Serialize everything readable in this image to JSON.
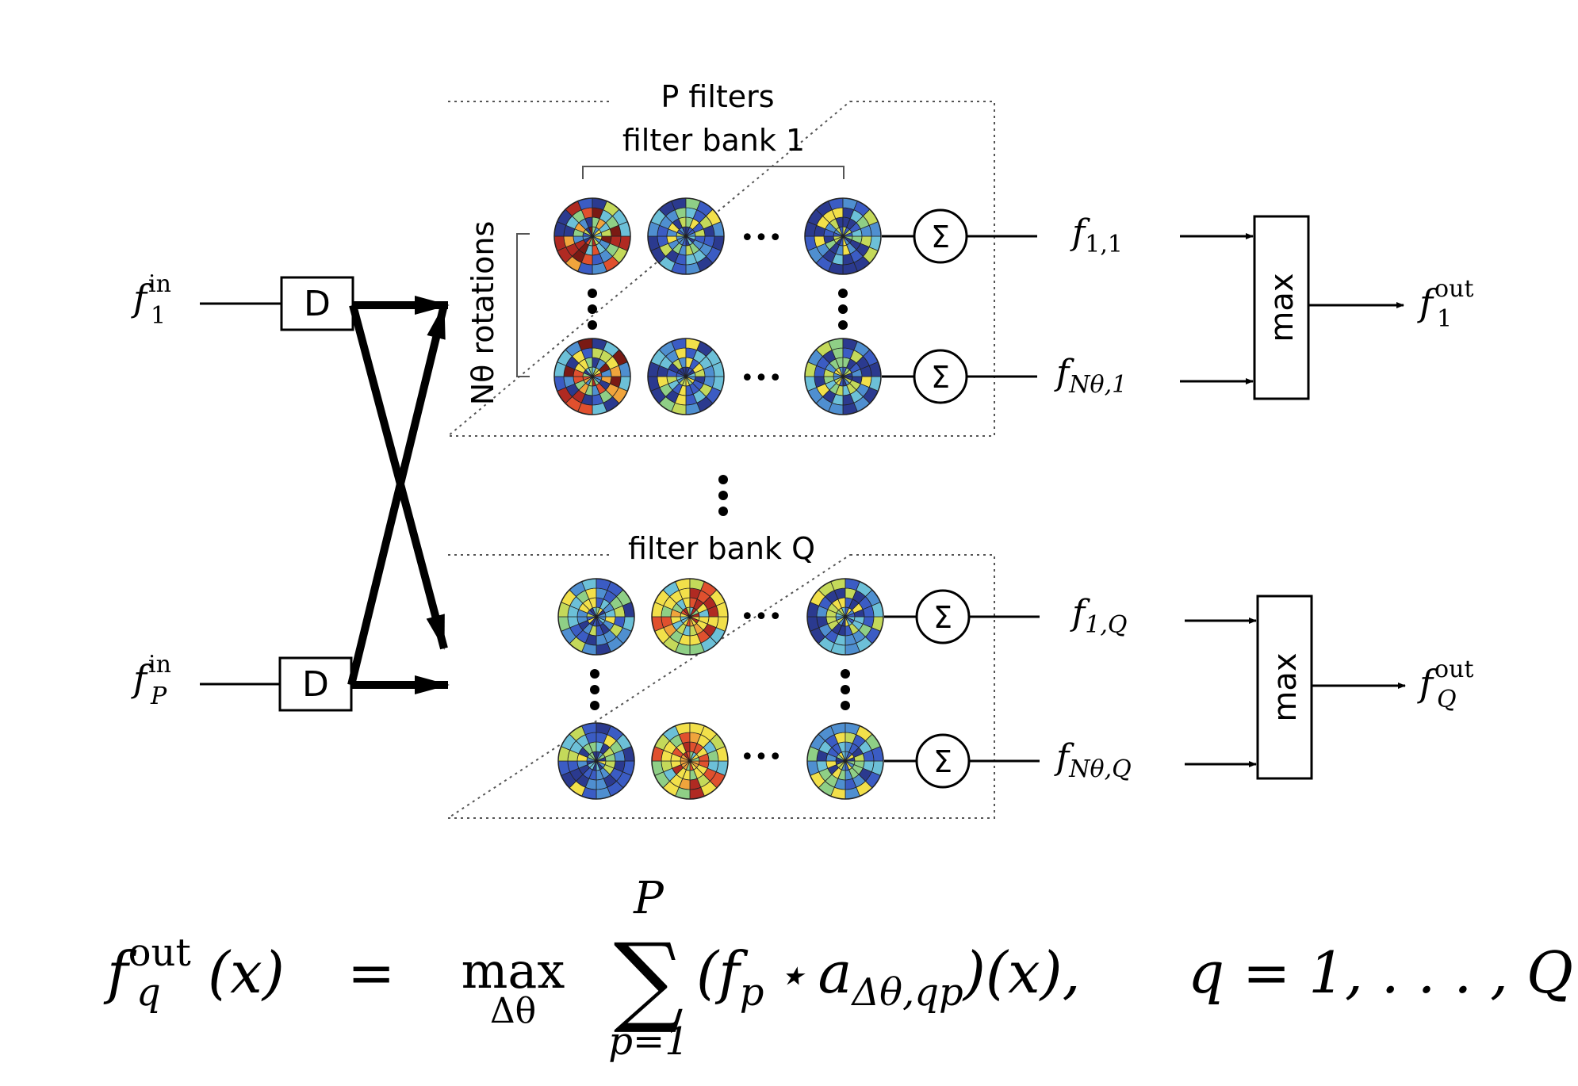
{
  "labels": {
    "p_filters": "P filters",
    "bank_top": "filter bank 1",
    "bank_bottom": "filter bank Q",
    "rotations": "Nθ rotations",
    "d_box": "D",
    "sum_symbol": "Σ",
    "max_label": "max",
    "ellipsis": "•••"
  },
  "inputs": {
    "top": {
      "base": "f",
      "sup": "in",
      "sub": "1"
    },
    "bottom": {
      "base": "f",
      "sup": "in",
      "sub": "P"
    }
  },
  "mid_outputs": {
    "b1_r1": {
      "base": "f",
      "sub": "1,1"
    },
    "b1_rN": {
      "base": "f",
      "sub": "Nθ,1"
    },
    "bQ_r1": {
      "base": "f",
      "sub": "1,Q"
    },
    "bQ_rN": {
      "base": "f",
      "sub": "Nθ,Q"
    }
  },
  "outputs": {
    "top": {
      "base": "f",
      "sup": "out",
      "sub": "1"
    },
    "bottom": {
      "base": "f",
      "sup": "out",
      "sub": "Q"
    }
  },
  "equation": {
    "lhs_base": "f",
    "lhs_sup": "out",
    "lhs_sub": "q",
    "lhs_arg": "(x)",
    "equals": "=",
    "max": "max",
    "max_sub": "Δθ",
    "sum_symbol": "∑",
    "sum_upper": "P",
    "sum_lower": "p=1",
    "term": "(f",
    "term_sub": "p",
    "star": "⋆",
    "a": "a",
    "a_sub": "Δθ,qp",
    "term_end": ")(x),",
    "range": "q = 1, . . . , Q"
  },
  "colors": {
    "line": "#000000",
    "dotted": "#666666",
    "palette": [
      "#2b3a8f",
      "#3b5cc4",
      "#4f8fd0",
      "#6cc0d8",
      "#8fcf86",
      "#c4d95a",
      "#f2e04a",
      "#f0a43c",
      "#e0502e",
      "#b02a22",
      "#7a1a14"
    ]
  }
}
